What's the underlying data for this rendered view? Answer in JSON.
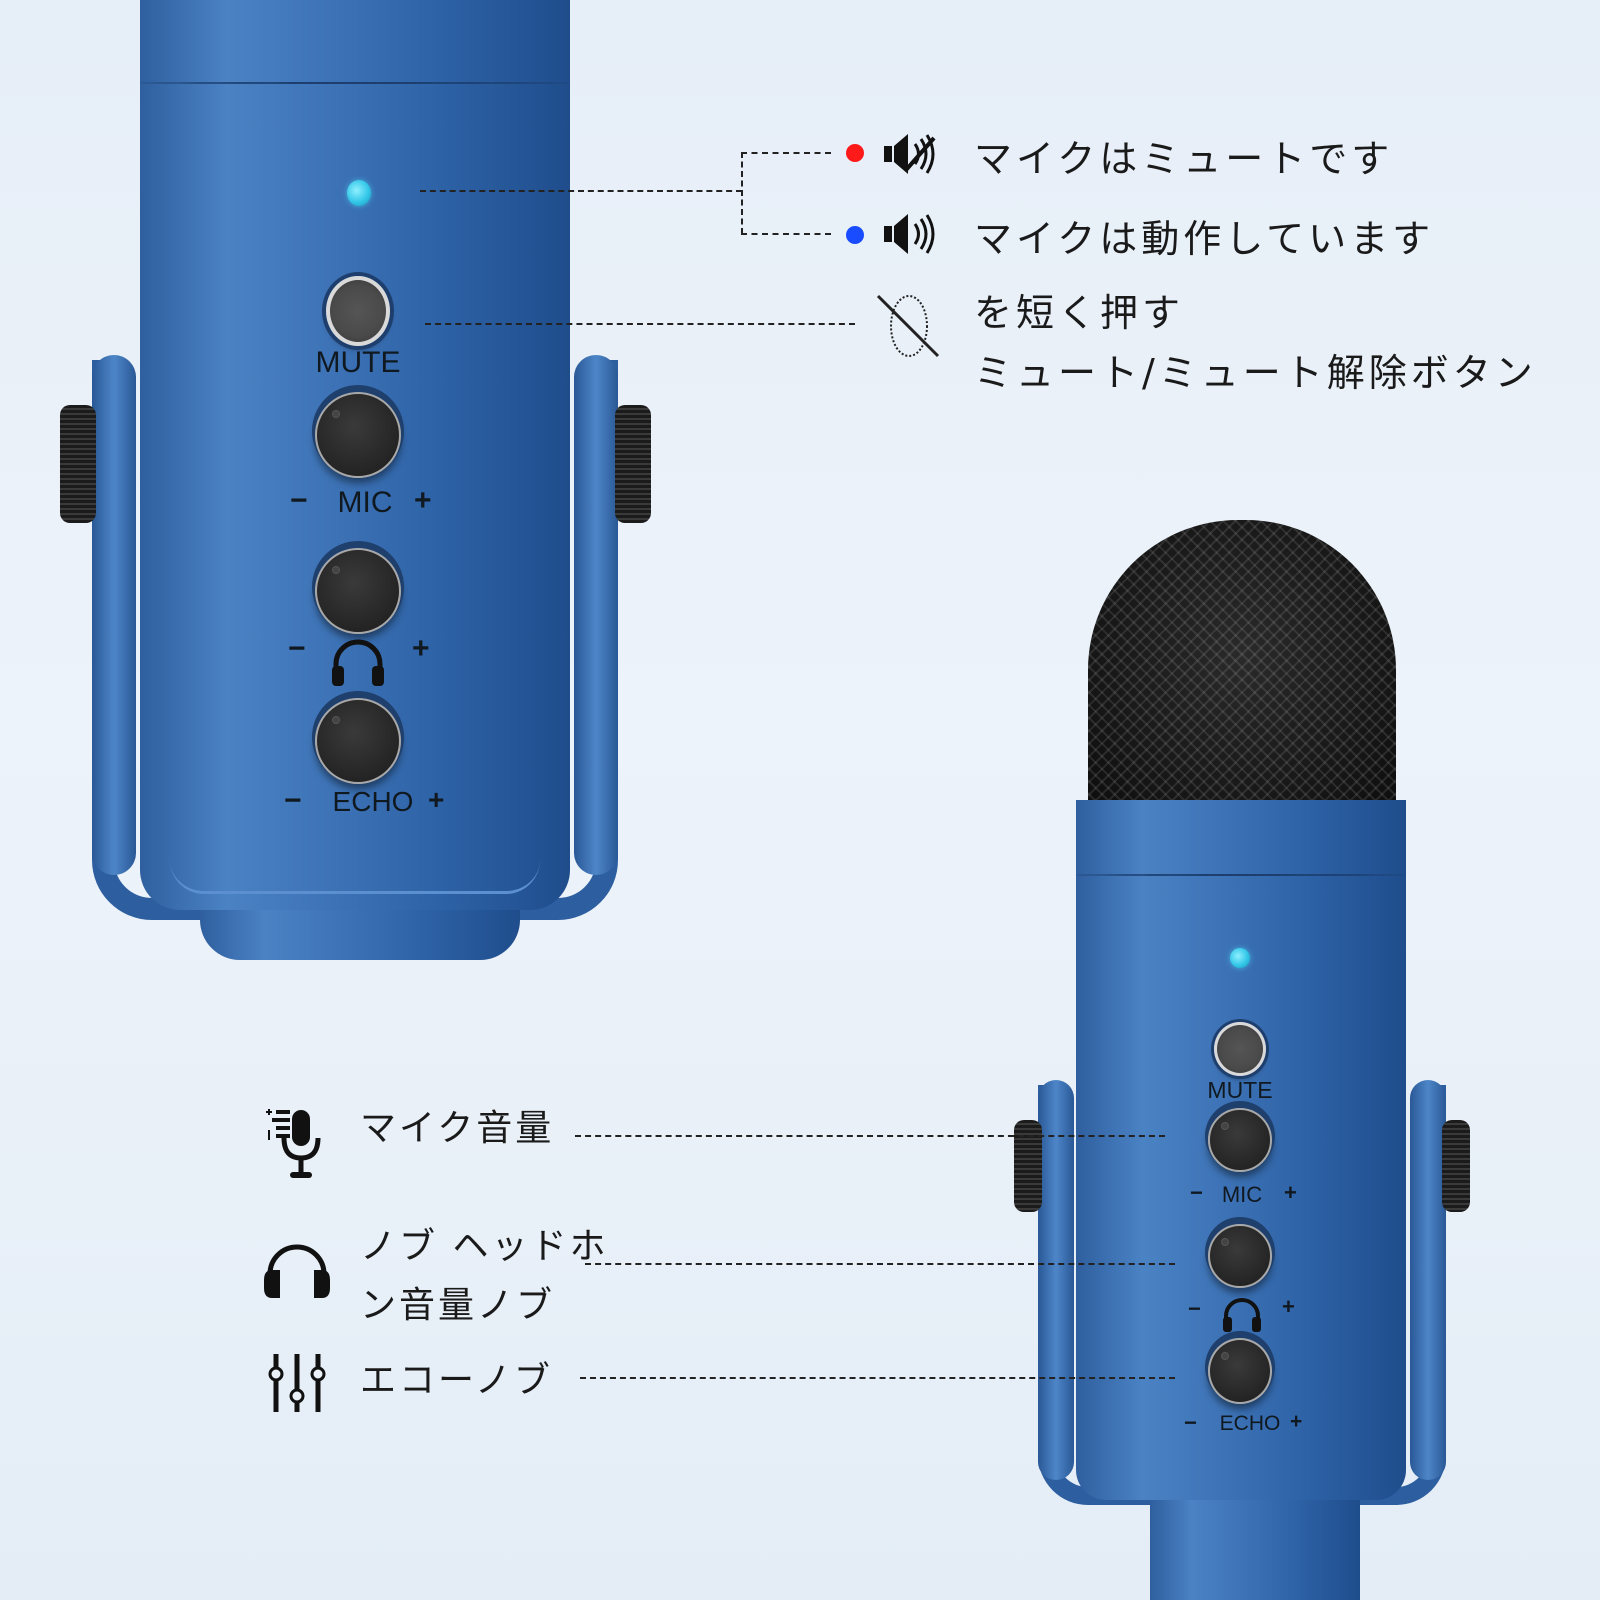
{
  "mic_top": {
    "labels": {
      "mute": "MUTE",
      "mic": "MIC",
      "echo": "ECHO",
      "minus": "−",
      "plus": "+"
    }
  },
  "mic_bottom": {
    "labels": {
      "mute": "MUTE",
      "mic": "MIC",
      "echo": "ECHO",
      "minus": "−",
      "plus": "+"
    }
  },
  "led_callouts": [
    {
      "dot_color": "#ff1a1a",
      "icon": "speaker-muted-icon",
      "text": "マイクはミュートです"
    },
    {
      "dot_color": "#1a4cff",
      "icon": "speaker-on-icon",
      "text": "マイクは動作しています"
    }
  ],
  "mute_callout": {
    "icon": "press-button-icon",
    "line1": "を短く押す",
    "line2": "ミュート/ミュート解除ボタン"
  },
  "knob_legend": [
    {
      "icon": "mic-volume-icon",
      "text": "マイク音量"
    },
    {
      "icon": "headphones-icon",
      "line1": "ノブ ヘッドホ",
      "line2": "ン音量ノブ"
    },
    {
      "icon": "equalizer-sliders-icon",
      "text": "エコーノブ"
    }
  ],
  "colors": {
    "background": "#e8f0f8",
    "mic_blue": "#3a6fb0",
    "led_cyan": "#33c7e8",
    "mute_dot": "#ff1a1a",
    "active_dot": "#1a4cff"
  }
}
